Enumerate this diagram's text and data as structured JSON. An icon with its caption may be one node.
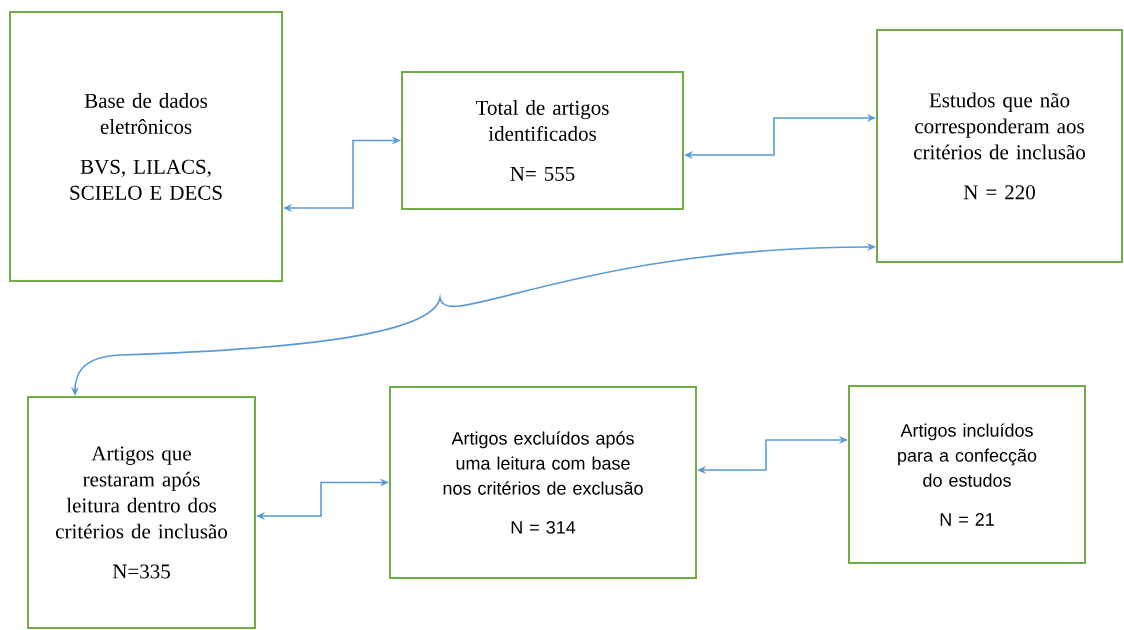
{
  "diagram": {
    "nodes": [
      {
        "text": [
          "Base de dados eletrônicos",
          "BVS, LILACS, SCIELO E DECS"
        ]
      },
      {
        "text": [
          "Total de artigos identificados",
          "N= 555"
        ]
      },
      {
        "text": [
          "Estudos que não corresponderam aos critérios de inclusão",
          "N = 220"
        ]
      },
      {
        "text": [
          "Artigos que restaram após leitura dentro dos critérios de inclusão",
          "N=335"
        ]
      },
      {
        "text": [
          "Artigos excluídos após uma leitura com base nos critérios de exclusão",
          "N = 314"
        ]
      },
      {
        "text": [
          "Artigos incluídos para a confecção do estudos",
          "N = 21"
        ]
      }
    ],
    "edges": [
      {
        "from": 0,
        "to": 1,
        "arrow": "both"
      },
      {
        "from": 1,
        "to": 2,
        "arrow": "both"
      },
      {
        "from": 2,
        "to": 3,
        "arrow": "both"
      },
      {
        "from": 3,
        "to": 4,
        "arrow": "both"
      },
      {
        "from": 4,
        "to": 5,
        "arrow": "both"
      }
    ]
  }
}
